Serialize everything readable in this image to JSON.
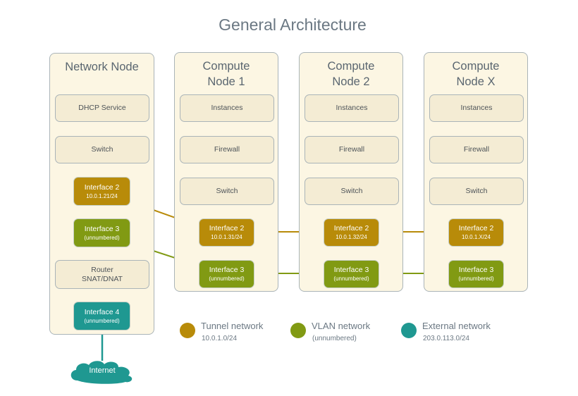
{
  "title": "General Architecture",
  "nodes": {
    "network": {
      "title": "Network Node"
    },
    "compute1": {
      "title": "Compute Node 1"
    },
    "compute2": {
      "title": "Compute Node 2"
    },
    "computeX": {
      "title": "Compute Node X"
    }
  },
  "labels": {
    "dhcp": "DHCP Service",
    "switch": "Switch",
    "instances": "Instances",
    "firewall": "Firewall",
    "router_line1": "Router",
    "router_line2": "SNAT/DNAT",
    "internet": "Internet"
  },
  "interfaces": {
    "net_if2": {
      "name": "Interface 2",
      "ip": "10.0.1.21/24"
    },
    "net_if3": {
      "name": "Interface 3",
      "ip": "(unnumbered)"
    },
    "net_if4": {
      "name": "Interface 4",
      "ip": "(unnumbered)"
    },
    "c1_if2": {
      "name": "Interface 2",
      "ip": "10.0.1.31/24"
    },
    "c1_if3": {
      "name": "Interface 3",
      "ip": "(unnumbered)"
    },
    "c2_if2": {
      "name": "Interface 2",
      "ip": "10.0.1.32/24"
    },
    "c2_if3": {
      "name": "Interface 3",
      "ip": "(unnumbered)"
    },
    "cX_if2": {
      "name": "Interface 2",
      "ip": "10.0.1.X/24"
    },
    "cX_if3": {
      "name": "Interface 3",
      "ip": "(unnumbered)"
    }
  },
  "legend": {
    "tunnel": {
      "name": "Tunnel network",
      "sub": "10.0.1.0/24"
    },
    "vlan": {
      "name": "VLAN network",
      "sub": "(unnumbered)"
    },
    "external": {
      "name": "External network",
      "sub": "203.0.113.0/24"
    }
  },
  "colors": {
    "tunnel": "#b88b09",
    "vlan": "#819a13",
    "external": "#1f9891",
    "line": "#5f6e70"
  }
}
